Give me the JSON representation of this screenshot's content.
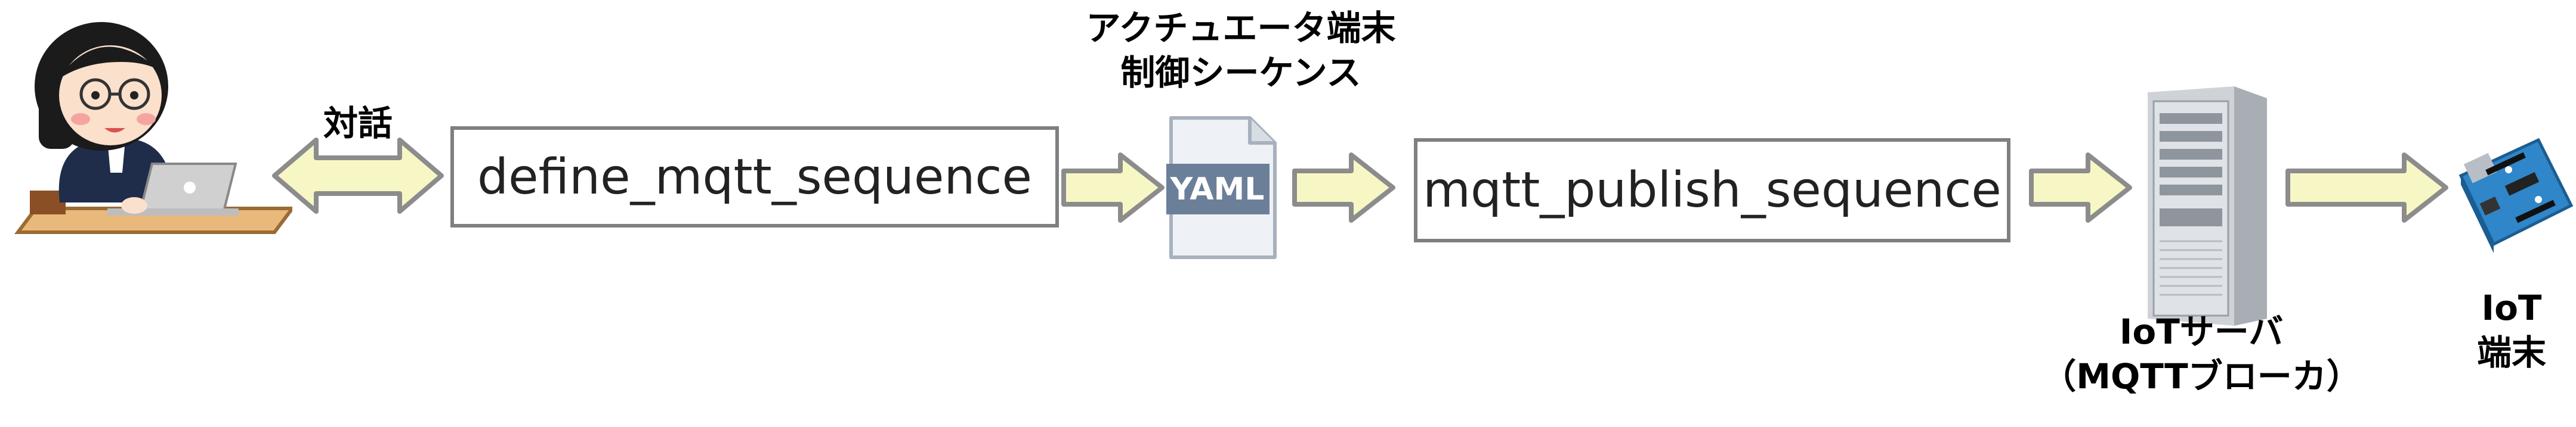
{
  "user_label": "対話",
  "nodes": {
    "define": "define_mqtt_sequence",
    "yaml_caption_line1": "アクチュエータ端末",
    "yaml_caption_line2": "制御シーケンス",
    "yaml_badge": "YAML",
    "publish": "mqtt_publish_sequence",
    "server_line1": "IoTサーバ",
    "server_line2": "（MQTTブローカ）",
    "device_line1": "IoT",
    "device_line2": "端末"
  },
  "colors": {
    "arrow_fill": "#f7f7c6",
    "arrow_stroke": "#8c8c8c",
    "box_border": "#7f7f7f",
    "yaml_badge": "#6b7f99"
  }
}
